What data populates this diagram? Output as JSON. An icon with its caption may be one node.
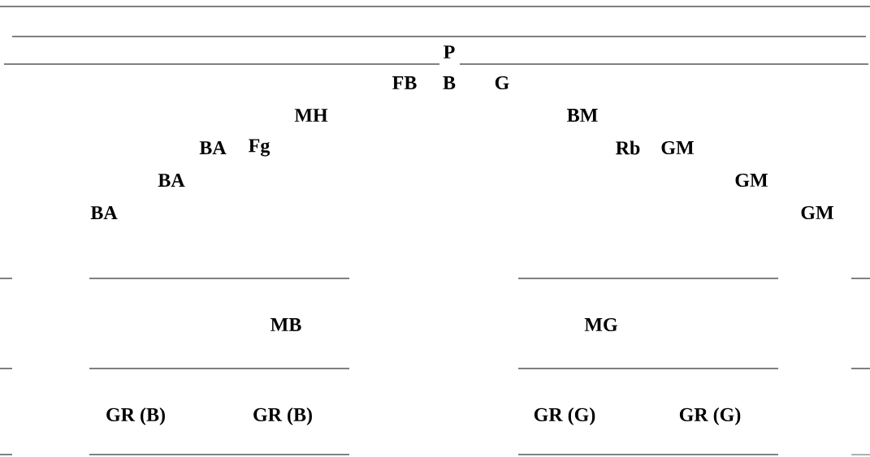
{
  "diagram": {
    "labels": [
      "P",
      "FB",
      "B",
      "G",
      "MH",
      "BM",
      "BA",
      "Fg",
      "Rb",
      "GM",
      "BA",
      "GM",
      "BA",
      "GM",
      "MB",
      "MG",
      "GR (B)",
      "GR (B)",
      "GR (G)",
      "GR (G)"
    ]
  }
}
